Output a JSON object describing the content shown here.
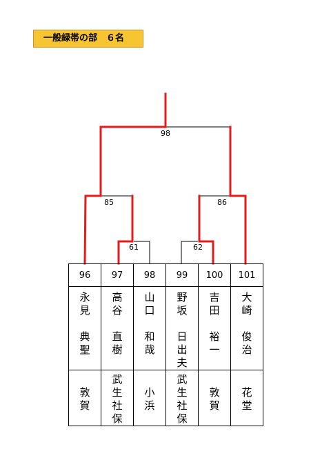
{
  "title": "一般緑帯の部　６名",
  "bracket": {
    "final_score": "98",
    "semi_left_score": "85",
    "semi_right_score": "86",
    "first_left_score": "61",
    "first_right_score": "62",
    "winner_color": "#e31b1b"
  },
  "players": [
    {
      "score": "96",
      "name": "永見\n\n典聖",
      "club": "\n敦賀"
    },
    {
      "score": "97",
      "name": "高谷\n\n直樹",
      "club": "武生社保"
    },
    {
      "score": "98",
      "name": "山口\n\n和哉",
      "club": "\n小浜"
    },
    {
      "score": "99",
      "name": "野坂\n\n日出夫",
      "club": "武生社保"
    },
    {
      "score": "100",
      "name": "吉田\n\n裕一",
      "club": "\n敦賀"
    },
    {
      "score": "101",
      "name": "大崎\n\n俊治",
      "club": "\n花堂"
    }
  ]
}
